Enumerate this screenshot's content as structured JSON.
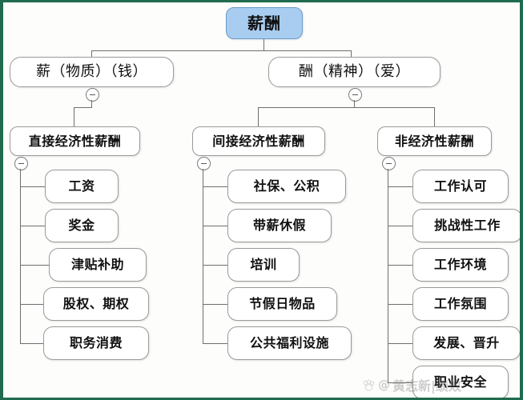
{
  "diagram": {
    "type": "mind-map",
    "title": "薪酬",
    "root": {
      "label": "薪酬",
      "color": "#a8cdf0"
    },
    "level2": [
      {
        "label": "薪（物质）（钱）"
      },
      {
        "label": "酬（精神）（爱）"
      }
    ],
    "level3": [
      {
        "label": "直接经济性薪酬"
      },
      {
        "label": "间接经济性薪酬"
      },
      {
        "label": "非经济性薪酬"
      }
    ],
    "branches": {
      "direct_economic": [
        {
          "label": "工资"
        },
        {
          "label": "奖金"
        },
        {
          "label": "津贴补助"
        },
        {
          "label": "股权、期权"
        },
        {
          "label": "职务消费"
        }
      ],
      "indirect_economic": [
        {
          "label": "社保、公积"
        },
        {
          "label": "带薪休假"
        },
        {
          "label": "培训"
        },
        {
          "label": "节假日物品"
        },
        {
          "label": "公共福利设施"
        }
      ],
      "non_economic": [
        {
          "label": "工作认可"
        },
        {
          "label": "挑战性工作"
        },
        {
          "label": "工作环境"
        },
        {
          "label": "工作氛围"
        },
        {
          "label": "发展、晋升"
        },
        {
          "label": "职业安全"
        }
      ]
    },
    "toggle_glyph": "−"
  },
  "watermark": {
    "at": "@",
    "text": "黄志新|绩效"
  }
}
